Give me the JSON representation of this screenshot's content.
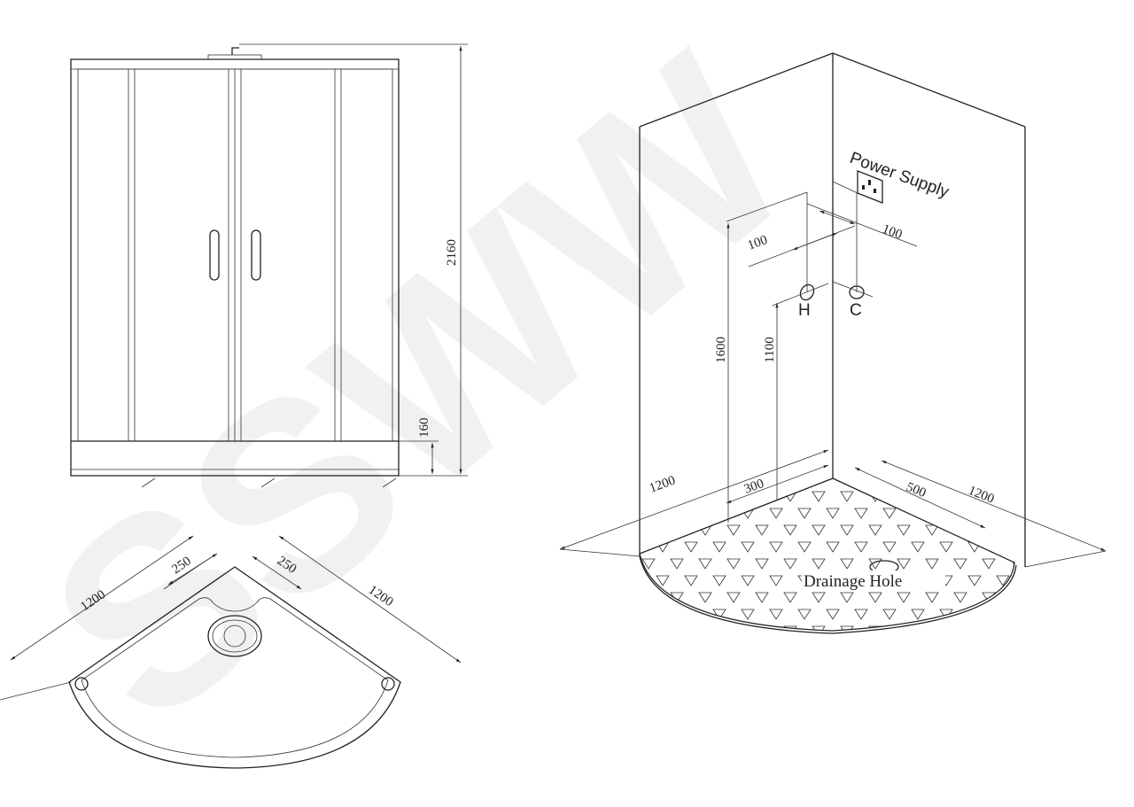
{
  "watermark": "SSWW",
  "front_view": {
    "height_label": "2160",
    "base_label": "160"
  },
  "tray_view": {
    "width_left": "1200",
    "width_right": "1200",
    "drain_left": "250",
    "drain_right": "250"
  },
  "iso_view": {
    "power_label": "Power Supply",
    "hot_label": "H",
    "cold_label": "C",
    "offset_left": "100",
    "offset_right": "100",
    "height_outlet": "1600",
    "height_taps": "1100",
    "depth_left": "300",
    "depth_right": "500",
    "width_left": "1200",
    "width_right": "1200",
    "drain_label": "Drainage Hole"
  }
}
